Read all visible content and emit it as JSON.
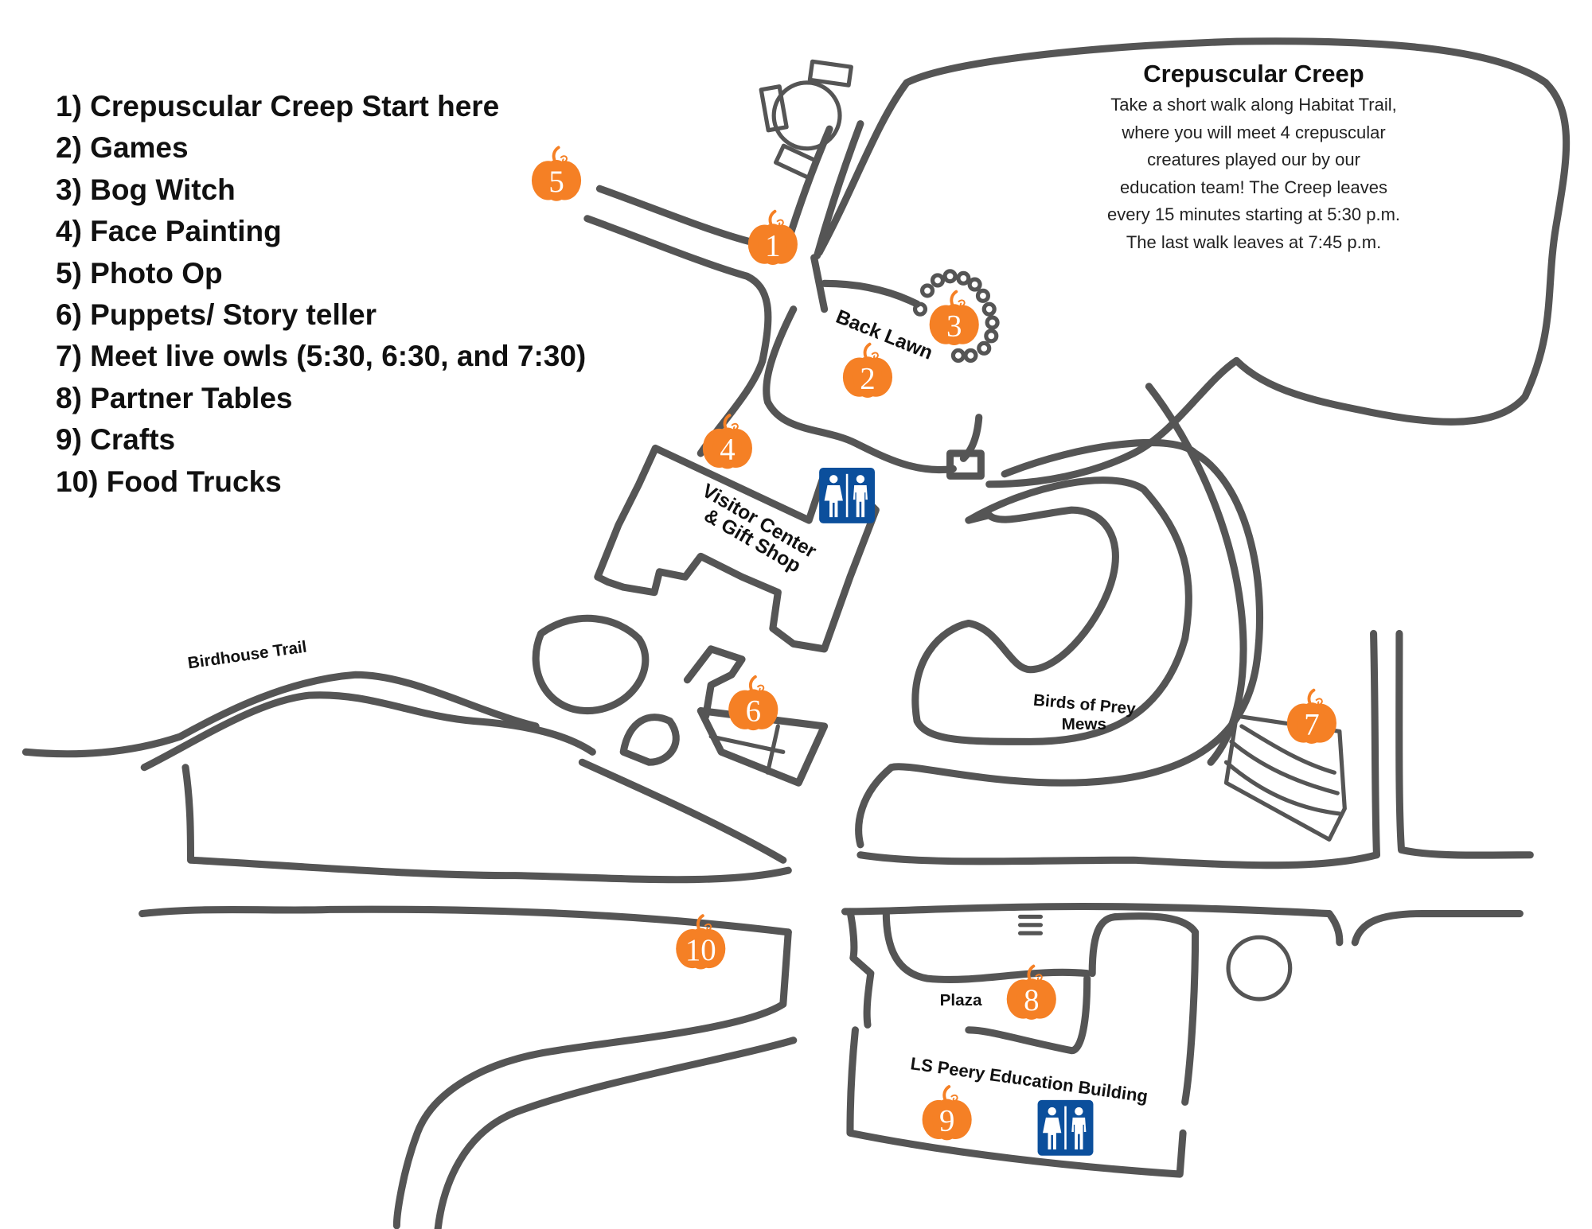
{
  "legend": {
    "items": [
      {
        "label": "1) Crepuscular Creep Start here"
      },
      {
        "label": "2) Games"
      },
      {
        "label": "3) Bog Witch"
      },
      {
        "label": "4) Face Painting"
      },
      {
        "label": "5) Photo Op"
      },
      {
        "label": "6) Puppets/ Story teller"
      },
      {
        "label": "7) Meet live owls (5:30, 6:30, and 7:30)"
      },
      {
        "label": "8) Partner Tables"
      },
      {
        "label": "9) Crafts"
      },
      {
        "label": "10) Food Trucks"
      }
    ]
  },
  "info": {
    "title": "Crepuscular Creep",
    "lines": [
      "Take a short walk along Habitat Trail,",
      "where you will meet 4 crepuscular",
      "creatures played our by our",
      "education team! The Creep leaves",
      "every 15 minutes starting at 5:30 p.m.",
      "The last walk leaves at 7:45 p.m."
    ]
  },
  "map": {
    "labels": {
      "back_lawn": "Back Lawn",
      "visitor_center_1": "Visitor Center",
      "visitor_center_2": "& Gift Shop",
      "birdhouse_trail": "Birdhouse Trail",
      "birds_of_prey_1": "Birds of Prey",
      "birds_of_prey_2": "Mews",
      "plaza": "Plaza",
      "education_building": "LS Peery Education Building"
    },
    "markers": [
      {
        "number": "1",
        "icon": "pumpkin-icon"
      },
      {
        "number": "2",
        "icon": "pumpkin-icon"
      },
      {
        "number": "3",
        "icon": "pumpkin-icon"
      },
      {
        "number": "4",
        "icon": "pumpkin-icon"
      },
      {
        "number": "5",
        "icon": "pumpkin-icon"
      },
      {
        "number": "6",
        "icon": "pumpkin-icon"
      },
      {
        "number": "7",
        "icon": "pumpkin-icon"
      },
      {
        "number": "8",
        "icon": "pumpkin-icon"
      },
      {
        "number": "9",
        "icon": "pumpkin-icon"
      },
      {
        "number": "10",
        "icon": "pumpkin-icon"
      }
    ],
    "restrooms": [
      {
        "icon": "restroom-icon"
      },
      {
        "icon": "restroom-icon"
      }
    ],
    "colors": {
      "path": "#555555",
      "pumpkin": "#F58025",
      "restroom": "#0B4F9C"
    }
  }
}
